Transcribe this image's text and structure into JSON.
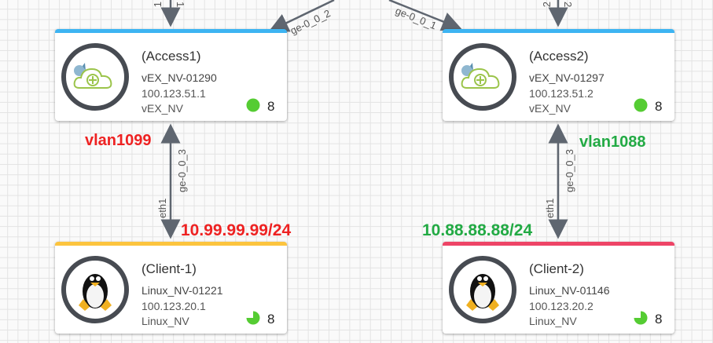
{
  "nodes": [
    {
      "title": "(Access1)",
      "model": "vEX_NV-01290",
      "ip": "100.123.51.1",
      "type": "vEX_NV",
      "count": "8",
      "color": "#3db4f2",
      "status": "up"
    },
    {
      "title": "(Access2)",
      "model": "vEX_NV-01297",
      "ip": "100.123.51.2",
      "type": "vEX_NV",
      "count": "8",
      "color": "#3db4f2",
      "status": "up"
    },
    {
      "title": "(Client-1)",
      "model": "Linux_NV-01221",
      "ip": "100.123.20.1",
      "type": "Linux_NV",
      "count": "8",
      "color": "#fcc43e",
      "status": "partial"
    },
    {
      "title": "(Client-2)",
      "model": "Linux_NV-01146",
      "ip": "100.123.20.2",
      "type": "Linux_NV",
      "count": "8",
      "color": "#ee4466",
      "status": "partial"
    }
  ],
  "links": {
    "top_left_a": "1",
    "top_left_b": "1",
    "a1_ge": "ge-0_0_2",
    "a2_ge": "ge-0_0_1",
    "top_right_a": "2",
    "top_right_b": "2",
    "left_up": "ge-0_0_3",
    "left_down": "eth1",
    "right_up": "ge-0_0_3",
    "right_down": "eth1"
  },
  "annotations": {
    "vlan_left": "vlan1099",
    "ip_left": "10.99.99.99/24",
    "vlan_right": "vlan1088",
    "ip_right": "10.88.88.88/24",
    "red": "#ee2222",
    "green": "#22aa44"
  }
}
